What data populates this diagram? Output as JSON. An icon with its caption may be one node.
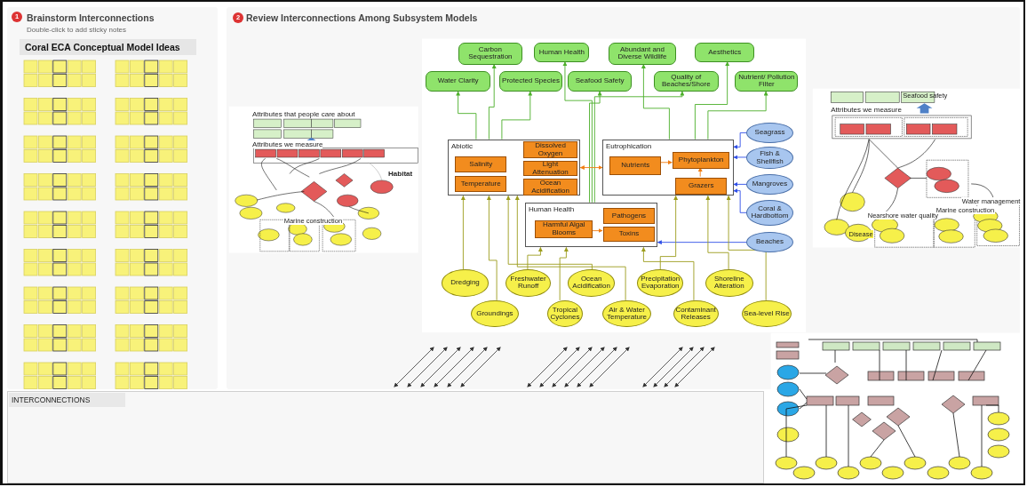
{
  "diagram": {
    "nodes": [
      {
        "text": [
          "Brainstorm Interconnections",
          "Double-click to add sticky notes"
        ]
      },
      {
        "text": [
          "Coral ECA Conceptual Model Ideas"
        ],
        "in": 0
      },
      {
        "text": [
          "Review Interconnections Among Subsystem Models"
        ]
      },
      {
        "text": [
          "INTERCONNECTIONS"
        ]
      },
      {
        "text": [
          "Carbon Sequestration"
        ],
        "in": 2
      },
      {
        "text": [
          "Human Health"
        ],
        "in": 2
      },
      {
        "text": [
          "Abundant and Diverse Wildlife"
        ],
        "in": 2
      },
      {
        "text": [
          "Aesthetics"
        ],
        "in": 2
      },
      {
        "text": [
          "Water Clarity"
        ],
        "in": 2
      },
      {
        "text": [
          "Protected Species"
        ],
        "in": 2
      },
      {
        "text": [
          "Seafood Safety"
        ],
        "in": 2
      },
      {
        "text": [
          "Quality of Beaches/Shore"
        ],
        "in": 2
      },
      {
        "text": [
          "Nutrient/ Pollution Filter"
        ],
        "in": 2
      },
      {
        "text": [
          "Abiotic"
        ],
        "in": 2
      },
      {
        "text": [
          "Salinity"
        ],
        "in": 13
      },
      {
        "text": [
          "Temperature"
        ],
        "in": 13
      },
      {
        "text": [
          "Dissolved Oxygen"
        ],
        "in": 13
      },
      {
        "text": [
          "Light Attenuation"
        ],
        "in": 13
      },
      {
        "text": [
          "Ocean Acidification"
        ],
        "in": 13
      },
      {
        "text": [
          "Eutrophication"
        ],
        "in": 2
      },
      {
        "text": [
          "Nutrients"
        ],
        "in": 19
      },
      {
        "text": [
          "Phytoplankton"
        ],
        "in": 19
      },
      {
        "text": [
          "Grazers"
        ],
        "in": 19
      },
      {
        "text": [
          "Human Health"
        ],
        "in": 2
      },
      {
        "text": [
          "Harmful Algal Blooms"
        ],
        "in": 23
      },
      {
        "text": [
          "Pathogens"
        ],
        "in": 23
      },
      {
        "text": [
          "Toxins"
        ],
        "in": 23
      },
      {
        "text": [
          "Seagrass"
        ],
        "in": 2
      },
      {
        "text": [
          "Fish & Shellfish"
        ],
        "in": 2
      },
      {
        "text": [
          "Mangroves"
        ],
        "in": 2
      },
      {
        "text": [
          "Coral & Hardbottom"
        ],
        "in": 2
      },
      {
        "text": [
          "Beaches"
        ],
        "in": 2
      },
      {
        "text": [
          "Dredging"
        ],
        "in": 2
      },
      {
        "text": [
          "Groundings"
        ],
        "in": 2
      },
      {
        "text": [
          "Freshwater Runoff"
        ],
        "in": 2
      },
      {
        "text": [
          "Tropical Cyclones"
        ],
        "in": 2
      },
      {
        "text": [
          "Ocean Acidification"
        ],
        "in": 2
      },
      {
        "text": [
          "Air & Water Temperature"
        ],
        "in": 2
      },
      {
        "text": [
          "Precipitation Evaporation"
        ],
        "in": 2
      },
      {
        "text": [
          "Contaminant Releases"
        ],
        "in": 2
      },
      {
        "text": [
          "Shoreline Alteration"
        ],
        "in": 2
      },
      {
        "text": [
          "Sea-level Rise"
        ],
        "in": 2
      }
    ],
    "edges": [
      {
        "from": 13,
        "to": 8,
        "arrow": "to",
        "color": "#4caf2a"
      },
      {
        "from": 13,
        "to": 4,
        "arrow": "to",
        "color": "#4caf2a"
      },
      {
        "from": 13,
        "to": 9,
        "arrow": "to",
        "color": "#4caf2a"
      },
      {
        "from": 23,
        "to": 10,
        "arrow": "to",
        "color": "#4caf2a"
      },
      {
        "from": 23,
        "to": 5,
        "arrow": "to",
        "color": "#4caf2a"
      },
      {
        "from": 23,
        "to": 11,
        "arrow": "to",
        "color": "#4caf2a"
      },
      {
        "from": 19,
        "to": 12,
        "arrow": "to",
        "color": "#4caf2a"
      },
      {
        "from": 19,
        "to": 6,
        "arrow": "to",
        "color": "#4caf2a"
      },
      {
        "from": 19,
        "to": 7,
        "arrow": "to",
        "color": "#4caf2a"
      },
      {
        "from": 13,
        "to": 19,
        "arrow": "both",
        "color": "#f07d12"
      },
      {
        "from": 20,
        "to": 21,
        "arrow": "to",
        "color": "#f07d12"
      },
      {
        "from": 22,
        "to": 21,
        "arrow": "to",
        "color": "#f07d12"
      },
      {
        "from": 24,
        "to": 26,
        "arrow": "to",
        "color": "#f07d12"
      },
      {
        "from": 27,
        "to": 19,
        "arrow": "to",
        "color": "#2f4fe8"
      },
      {
        "from": 28,
        "to": 19,
        "arrow": "to",
        "color": "#2f4fe8"
      },
      {
        "from": 29,
        "to": 19,
        "arrow": "to",
        "color": "#2f4fe8"
      },
      {
        "from": 30,
        "to": 19,
        "arrow": "to",
        "color": "#2f4fe8"
      },
      {
        "from": 31,
        "to": 23,
        "arrow": "to",
        "color": "#2f4fe8"
      },
      {
        "from": 32,
        "to": 13,
        "arrow": "to",
        "color": "#9c9c1c"
      },
      {
        "from": 33,
        "to": 13,
        "arrow": "to",
        "color": "#9c9c1c"
      },
      {
        "from": 34,
        "to": 23,
        "arrow": "to",
        "color": "#9c9c1c"
      },
      {
        "from": 35,
        "to": 23,
        "arrow": "to",
        "color": "#9c9c1c"
      },
      {
        "from": 36,
        "to": 13,
        "arrow": "to",
        "color": "#9c9c1c"
      },
      {
        "from": 37,
        "to": 13,
        "arrow": "to",
        "color": "#9c9c1c"
      },
      {
        "from": 38,
        "to": 19,
        "arrow": "to",
        "color": "#9c9c1c"
      },
      {
        "from": 39,
        "to": 23,
        "arrow": "to",
        "color": "#9c9c1c"
      },
      {
        "from": 40,
        "to": 19,
        "arrow": "to",
        "color": "#9c9c1c"
      },
      {
        "from": 41,
        "to": 19,
        "arrow": "to",
        "color": "#9c9c1c"
      }
    ],
    "labels": [
      "1",
      "2",
      "Attributes that people care about",
      "Attributes we measure",
      "Habitat",
      "Marine construction",
      "Seafood safety",
      "Attributes we measure",
      "Nearshore water quality",
      "Marine construction",
      "Water management",
      "Disease"
    ]
  }
}
